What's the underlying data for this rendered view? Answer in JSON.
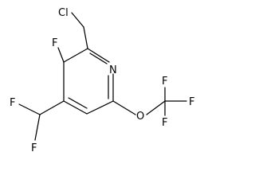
{
  "molecule": {
    "atom_labels": {
      "cl": "Cl",
      "f_ring": "F",
      "n_ring": "N",
      "f_chf2_top": "F",
      "f_chf2_bottom": "F",
      "o_ether": "O",
      "f_cf3_top": "F",
      "f_cf3_right": "F",
      "f_cf3_bottom": "F"
    },
    "colors": {
      "ink": "#000000",
      "background": "#ffffff"
    }
  }
}
